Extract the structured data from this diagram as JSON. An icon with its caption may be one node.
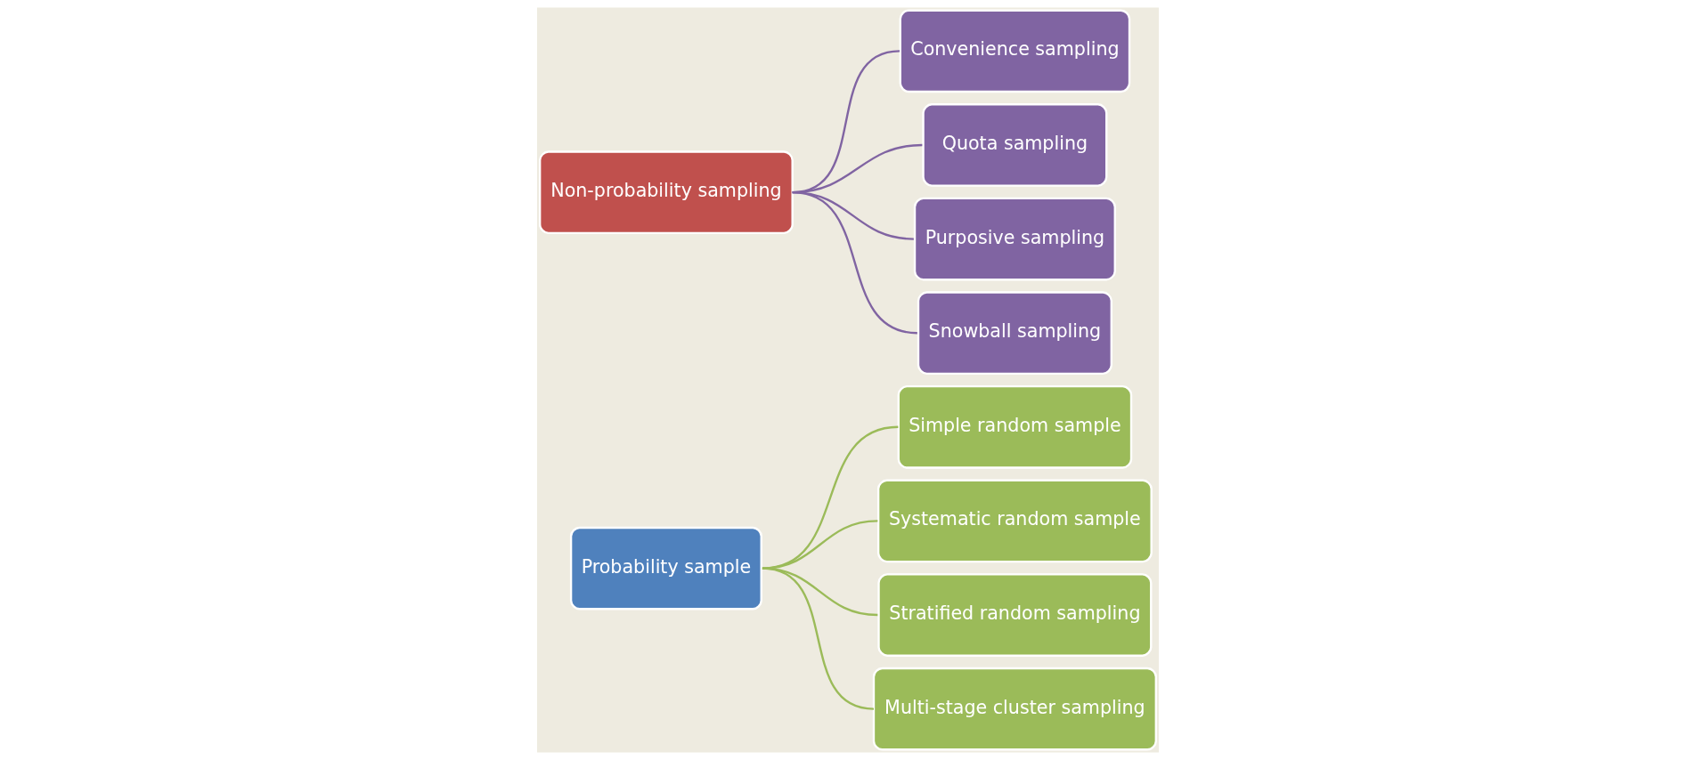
{
  "diagram": {
    "nodes": [
      {
        "text": [
          "Probability sample"
        ]
      },
      {
        "text": [
          "Simple random sample"
        ]
      },
      {
        "text": [
          "Systematic random sample"
        ]
      },
      {
        "text": [
          "Stratified random sampling"
        ]
      },
      {
        "text": [
          "Multi-stage cluster sampling"
        ]
      },
      {
        "text": [
          "Non-probability sampling"
        ]
      },
      {
        "text": [
          "Convenience sampling"
        ]
      },
      {
        "text": [
          "Quota sampling"
        ]
      },
      {
        "text": [
          "Purposive sampling"
        ]
      },
      {
        "text": [
          "Snowball sampling"
        ]
      }
    ],
    "edges": [
      {
        "from": 0,
        "to": 1,
        "arrow": "none",
        "color": "#9bbb59"
      },
      {
        "from": 0,
        "to": 2,
        "arrow": "none",
        "color": "#9bbb59"
      },
      {
        "from": 0,
        "to": 3,
        "arrow": "none",
        "color": "#9bbb59"
      },
      {
        "from": 0,
        "to": 4,
        "arrow": "none",
        "color": "#9bbb59"
      },
      {
        "from": 5,
        "to": 6,
        "arrow": "none",
        "color": "#8064a2"
      },
      {
        "from": 5,
        "to": 7,
        "arrow": "none",
        "color": "#8064a2"
      },
      {
        "from": 5,
        "to": 8,
        "arrow": "none",
        "color": "#8064a2"
      },
      {
        "from": 5,
        "to": 9,
        "arrow": "none",
        "color": "#8064a2"
      }
    ]
  }
}
